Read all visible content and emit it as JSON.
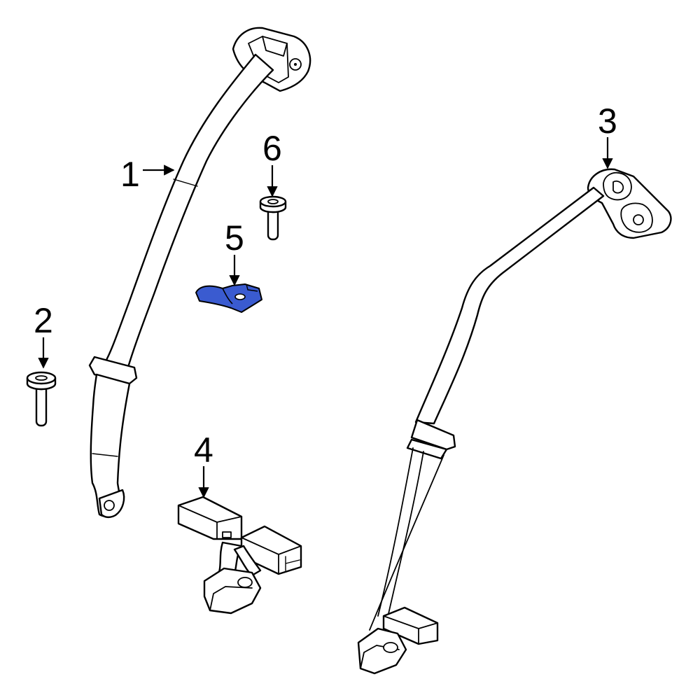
{
  "callouts": [
    {
      "id": "1",
      "label": "1"
    },
    {
      "id": "2",
      "label": "2"
    },
    {
      "id": "3",
      "label": "3"
    },
    {
      "id": "4",
      "label": "4"
    },
    {
      "id": "5",
      "label": "5"
    },
    {
      "id": "6",
      "label": "6"
    }
  ],
  "colors": {
    "highlight": "#3a5bd0",
    "line": "#000000",
    "background": "#ffffff"
  }
}
